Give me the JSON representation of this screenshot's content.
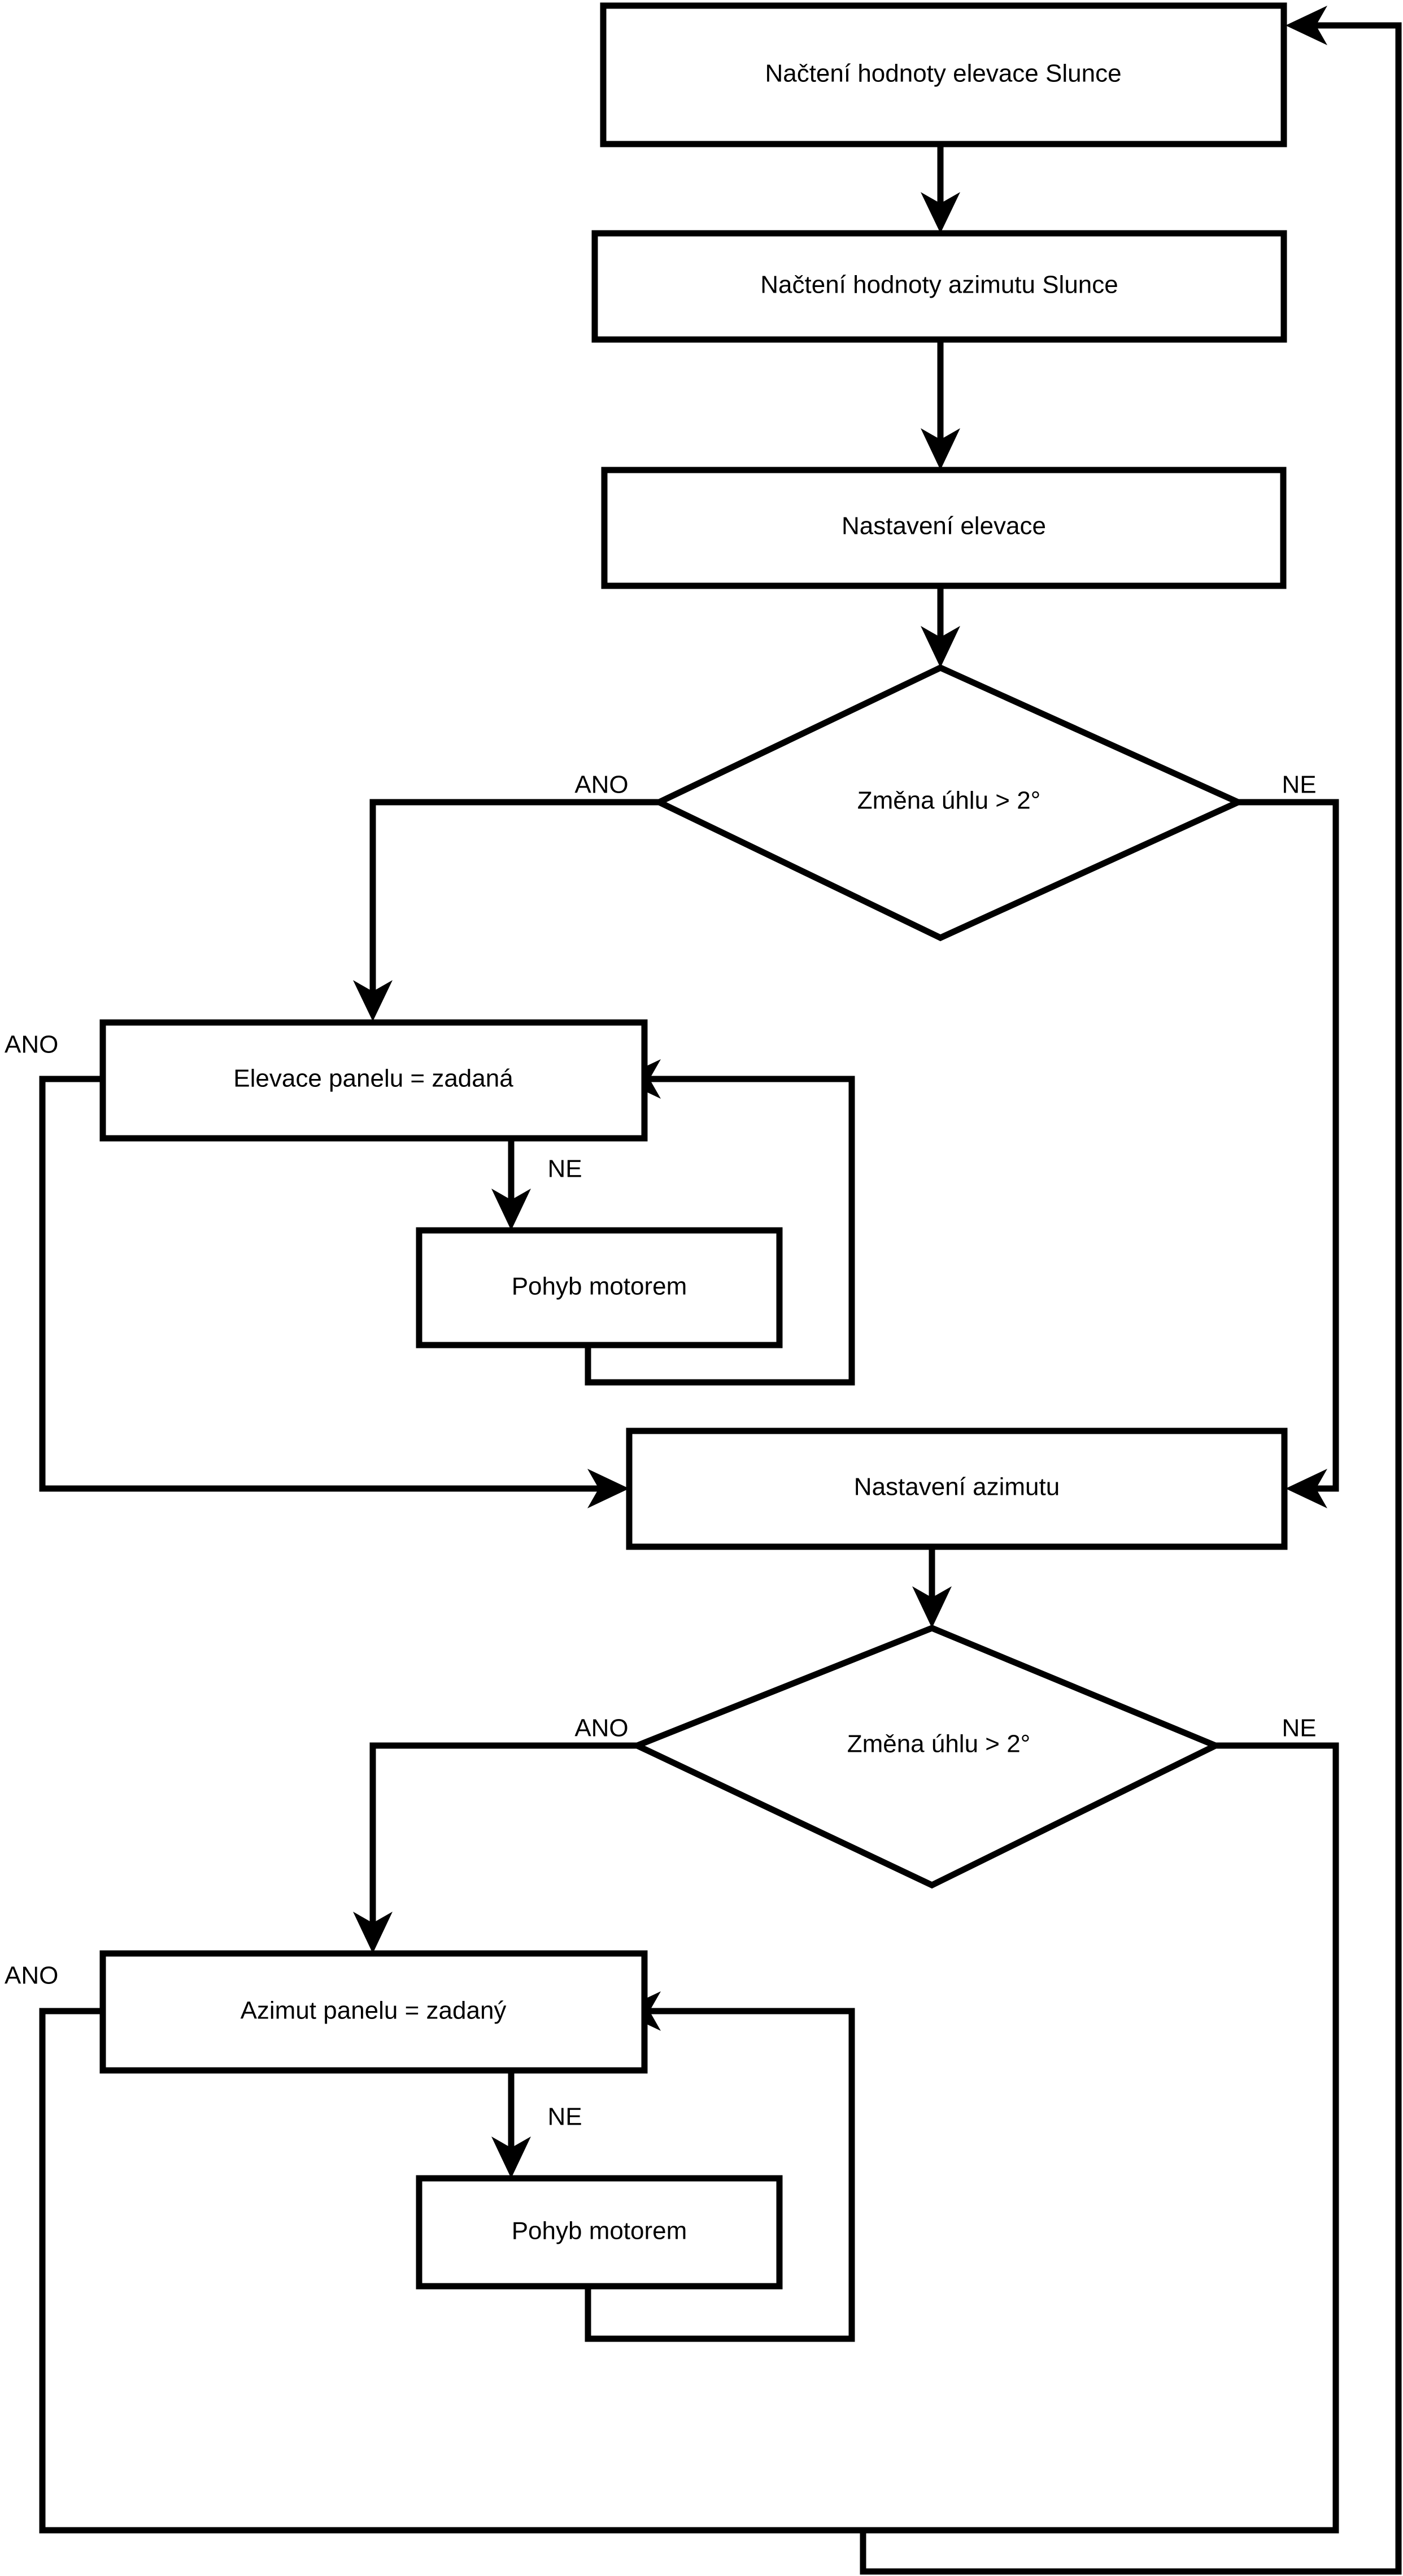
{
  "diagram": {
    "type": "flowchart",
    "language": "cs",
    "title": "Solar tracker control flowchart",
    "colors": {
      "background": "#ffffff",
      "stroke": "#000000",
      "fill": "#ffffff",
      "text": "#000000"
    }
  },
  "nodes": {
    "read_elevation": {
      "label": "Načtení hodnoty elevace Slunce",
      "shape": "process"
    },
    "read_azimuth": {
      "label": "Načtení hodnoty azimutu Slunce",
      "shape": "process"
    },
    "set_elevation": {
      "label": "Nastavení elevace",
      "shape": "process"
    },
    "decision_elevation": {
      "label": "Změna úhlu > 2°",
      "shape": "decision"
    },
    "panel_elevation": {
      "label": "Elevace panelu = zadaná",
      "shape": "process"
    },
    "motor_move_elevation": {
      "label": "Pohyb motorem",
      "shape": "process"
    },
    "set_azimuth": {
      "label": "Nastavení azimutu",
      "shape": "process"
    },
    "decision_azimuth": {
      "label": "Změna úhlu > 2°",
      "shape": "decision"
    },
    "panel_azimuth": {
      "label": "Azimut panelu = zadaný",
      "shape": "process"
    },
    "motor_move_azimuth": {
      "label": "Pohyb motorem",
      "shape": "process"
    }
  },
  "edge_labels": {
    "elevation_yes": "ANO",
    "elevation_no": "NE",
    "panel_elevation_yes": "ANO",
    "panel_elevation_no": "NE",
    "azimuth_yes": "ANO",
    "azimuth_no": "NE",
    "panel_azimuth_yes": "ANO",
    "panel_azimuth_no": "NE"
  },
  "edges": [
    {
      "from": "read_elevation",
      "to": "read_azimuth",
      "label": ""
    },
    {
      "from": "read_azimuth",
      "to": "set_elevation",
      "label": ""
    },
    {
      "from": "set_elevation",
      "to": "decision_elevation",
      "label": ""
    },
    {
      "from": "decision_elevation",
      "to": "panel_elevation",
      "label": "ANO"
    },
    {
      "from": "decision_elevation",
      "to": "set_azimuth",
      "label": "NE"
    },
    {
      "from": "panel_elevation",
      "to": "motor_move_elevation",
      "label": "NE"
    },
    {
      "from": "motor_move_elevation",
      "to": "panel_elevation",
      "label": ""
    },
    {
      "from": "panel_elevation",
      "to": "set_azimuth",
      "label": "ANO"
    },
    {
      "from": "set_azimuth",
      "to": "decision_azimuth",
      "label": ""
    },
    {
      "from": "decision_azimuth",
      "to": "panel_azimuth",
      "label": "ANO"
    },
    {
      "from": "decision_azimuth",
      "to": "read_elevation",
      "label": "NE"
    },
    {
      "from": "panel_azimuth",
      "to": "motor_move_azimuth",
      "label": "NE"
    },
    {
      "from": "motor_move_azimuth",
      "to": "panel_azimuth",
      "label": ""
    },
    {
      "from": "panel_azimuth",
      "to": "read_elevation",
      "label": "ANO"
    }
  ]
}
